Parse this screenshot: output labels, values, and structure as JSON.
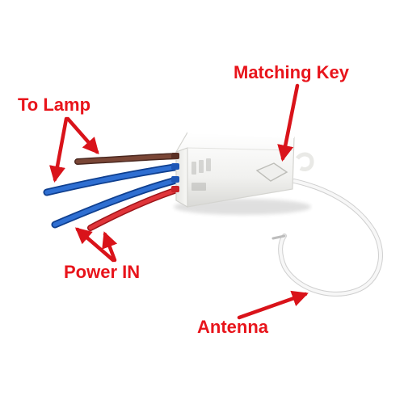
{
  "labels": {
    "to_lamp": "To Lamp",
    "matching_key": "Matching Key",
    "power_in": "Power IN",
    "antenna": "Antenna"
  },
  "colors": {
    "label_red": "#e8141b",
    "arrow_red": "#d9131a",
    "wire_brown": "#6b3b2e",
    "wire_blue": "#1f5fc4",
    "wire_red": "#d9262b",
    "housing_white": "#f4f4f2",
    "antenna_white": "#f7f7f7"
  },
  "icons": {
    "arrow": "arrow-icon",
    "device": "receiver-module-icon"
  }
}
